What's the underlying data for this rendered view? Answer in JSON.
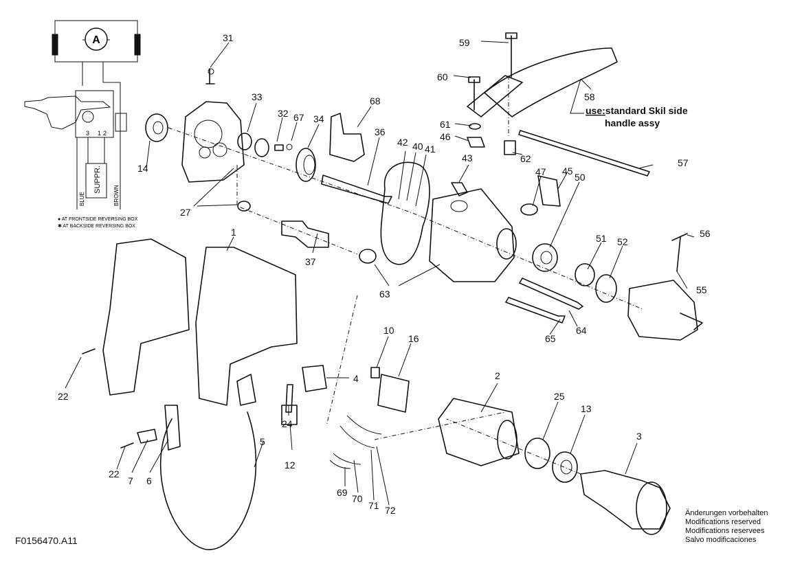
{
  "drawing_code": "F0156470.A11",
  "modifications_notice": [
    "Änderungen vorbehalten",
    "Modifications reserved",
    "Modifications reservees",
    "Salvo modificaciones"
  ],
  "side_handle_note": {
    "prefix": "use:",
    "line1": "standard Skil side",
    "line2": "handle assy"
  },
  "wiring_diagram": {
    "motor_symbol": "A",
    "suppressor_label": "SUPPR.",
    "wire_blue": "BLUE",
    "wire_brown": "BROWN",
    "terminal_3": "3",
    "terminal_1": "1",
    "terminal_2": "2",
    "legend_front": "● AT FRONTSIDE REVERSING BOX",
    "legend_back": "✱ AT BACKSIDE REVERSING BOX"
  },
  "part_numbers": {
    "p1": "1",
    "p2": "2",
    "p3": "3",
    "p4": "4",
    "p5": "5",
    "p6": "6",
    "p7": "7",
    "p10": "10",
    "p12": "12",
    "p13": "13",
    "p14": "14",
    "p16": "16",
    "p22a": "22",
    "p22b": "22",
    "p24": "24",
    "p25": "25",
    "p27": "27",
    "p31": "31",
    "p32": "32",
    "p33": "33",
    "p34": "34",
    "p36": "36",
    "p37": "37",
    "p40": "40",
    "p41": "41",
    "p42": "42",
    "p43": "43",
    "p45": "45",
    "p46": "46",
    "p47": "47",
    "p50": "50",
    "p51": "51",
    "p52": "52",
    "p55": "55",
    "p56": "56",
    "p57": "57",
    "p58": "58",
    "p59": "59",
    "p60": "60",
    "p61": "61",
    "p62": "62",
    "p63": "63",
    "p64": "64",
    "p65": "65",
    "p67": "67",
    "p68": "68",
    "p69": "69",
    "p70": "70",
    "p71": "71",
    "p72": "72"
  }
}
